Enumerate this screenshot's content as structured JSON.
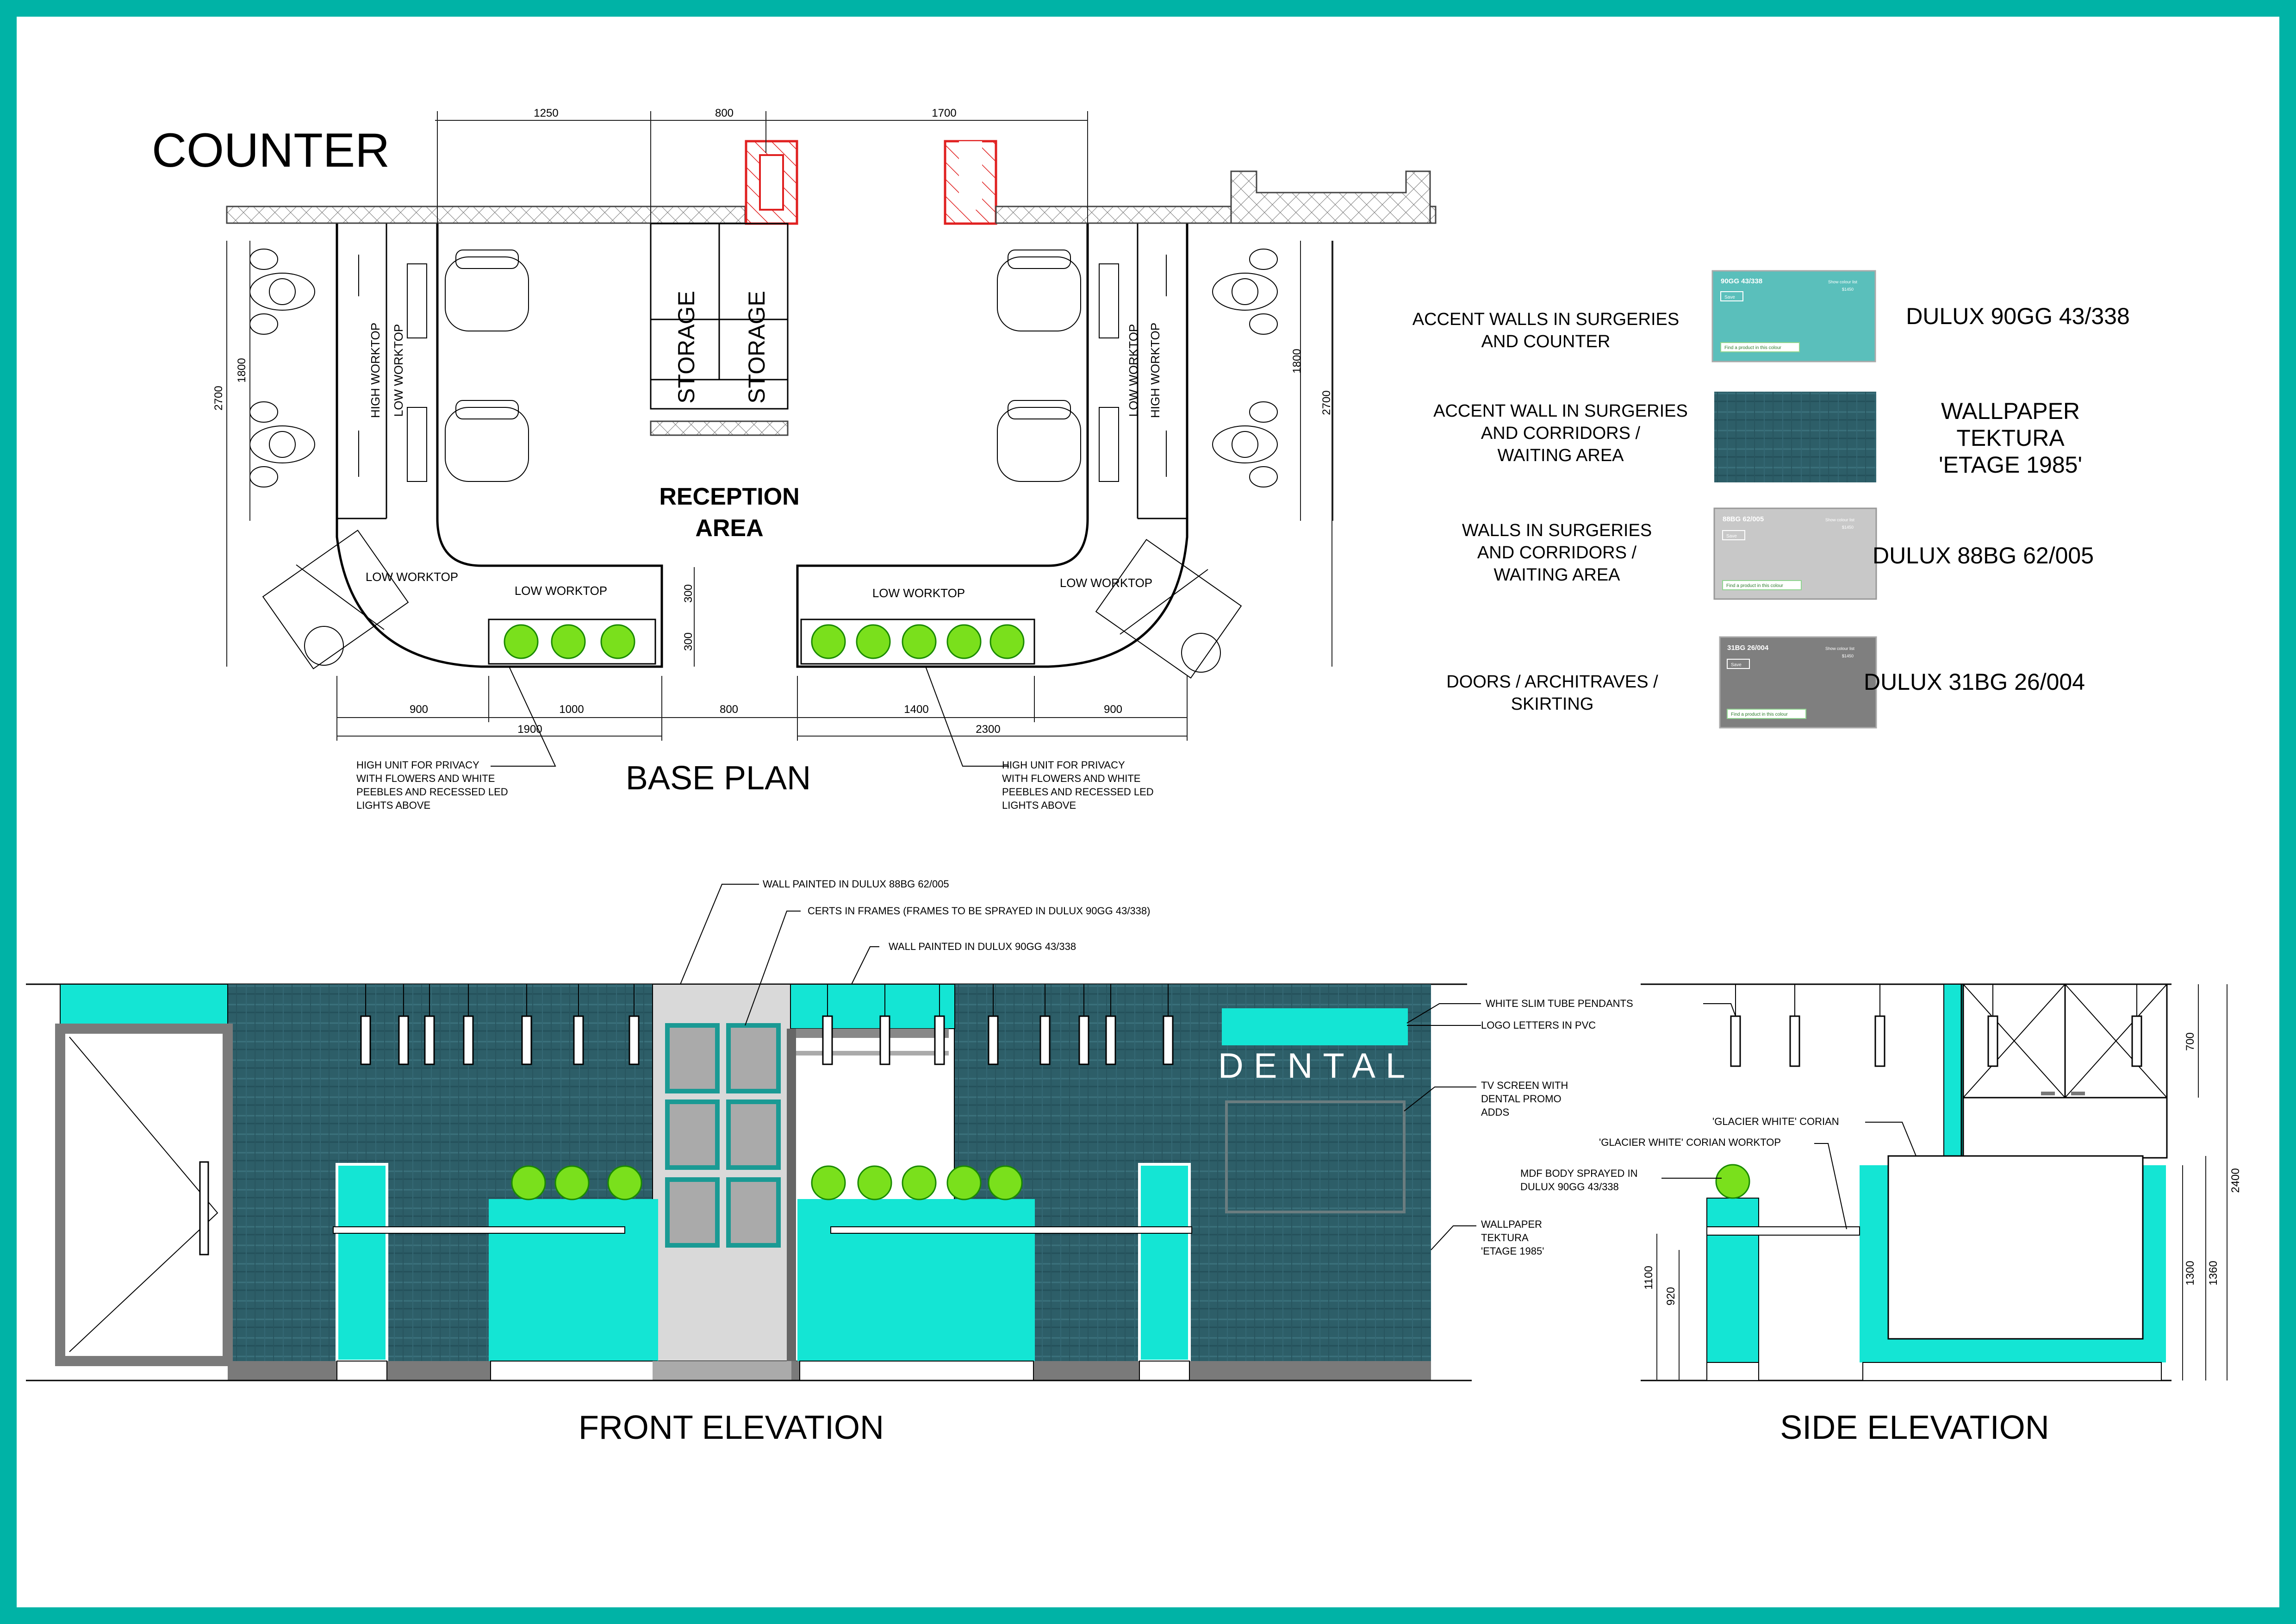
{
  "title": "COUNTER",
  "views": {
    "base_plan": "BASE PLAN",
    "front_elevation": "FRONT ELEVATION",
    "side_elevation": "SIDE ELEVATION"
  },
  "plan": {
    "reception_line1": "RECEPTION",
    "reception_line2": "AREA",
    "storage": "STORAGE",
    "high_worktop": "HIGH WORKTOP",
    "low_worktop": "LOW WORKTOP",
    "dims_top": [
      "1250",
      "800",
      "1700"
    ],
    "dims_left": [
      "2700",
      "1800"
    ],
    "dims_right": [
      "1800",
      "2700"
    ],
    "dims_mid": [
      "300",
      "300"
    ],
    "dims_bottom_row1": [
      "900",
      "1000",
      "800",
      "1400",
      "900"
    ],
    "dims_bottom_row2": [
      "1900",
      "2300"
    ],
    "note_left": [
      "HIGH UNIT FOR PRIVACY",
      "WITH FLOWERS AND WHITE",
      "PEEBLES AND RECESSED LED",
      "LIGHTS ABOVE"
    ],
    "note_right": [
      "HIGH UNIT FOR PRIVACY",
      "WITH FLOWERS AND WHITE",
      "PEEBLES AND RECESSED LED",
      "LIGHTS ABOVE"
    ]
  },
  "legend": [
    {
      "desc": [
        "ACCENT WALLS IN SURGERIES",
        "AND COUNTER"
      ],
      "code": [
        "DULUX 90GG 43/338"
      ],
      "swatch_label": "90GG 43/338",
      "swatch_color": "#5abfbb",
      "has_card": true
    },
    {
      "desc": [
        "ACCENT WALL IN SURGERIES",
        "AND CORRIDORS /",
        "WAITING AREA"
      ],
      "code": [
        "WALLPAPER",
        "TEKTURA",
        "'ETAGE 1985'"
      ],
      "swatch_label": "",
      "swatch_color": "#2d5e68",
      "has_card": false
    },
    {
      "desc": [
        "WALLS IN SURGERIES",
        "AND CORRIDORS /",
        "WAITING AREA"
      ],
      "code": [
        "DULUX 88BG 62/005"
      ],
      "swatch_label": "88BG 62/005",
      "swatch_color": "#c8c8c8",
      "has_card": true
    },
    {
      "desc": [
        "DOORS / ARCHITRAVES /",
        "SKIRTING"
      ],
      "code": [
        "DULUX 31BG 26/004"
      ],
      "swatch_label": "31BG 26/004",
      "swatch_color": "#7f7f7f",
      "has_card": true
    }
  ],
  "swatch_ui": {
    "save": "Save",
    "find": "Find a product in this colour",
    "link": "Show colour list",
    "sub": "$1450"
  },
  "front": {
    "sign": "DENTAL",
    "notes": [
      "WALL PAINTED IN DULUX 88BG 62/005",
      "CERTS IN FRAMES (FRAMES TO BE SPRAYED IN DULUX 90GG 43/338)",
      "WALL PAINTED IN DULUX 90GG 43/338"
    ],
    "right_notes": [
      [
        "WHITE SLIM TUBE PENDANTS"
      ],
      [
        "LOGO LETTERS IN PVC"
      ],
      [
        "TV SCREEN WITH",
        "DENTAL PROMO",
        "ADDS"
      ],
      [
        "WALLPAPER",
        "TEKTURA",
        "'ETAGE 1985'"
      ]
    ]
  },
  "side": {
    "notes": [
      [
        "'GLACIER WHITE' CORIAN"
      ],
      [
        "'GLACIER WHITE' CORIAN WORKTOP"
      ],
      [
        "MDF BODY SPRAYED IN",
        "DULUX 90GG 43/338"
      ]
    ],
    "dims_left": [
      "1100",
      "920"
    ],
    "dims_right": [
      "700",
      "2400",
      "1300",
      "1360"
    ]
  },
  "colors": {
    "frame": "#00b3a6",
    "counter_teal": "#14e5d4",
    "wallpaper": "#2d5e68",
    "hatch_red": "#e02020"
  }
}
